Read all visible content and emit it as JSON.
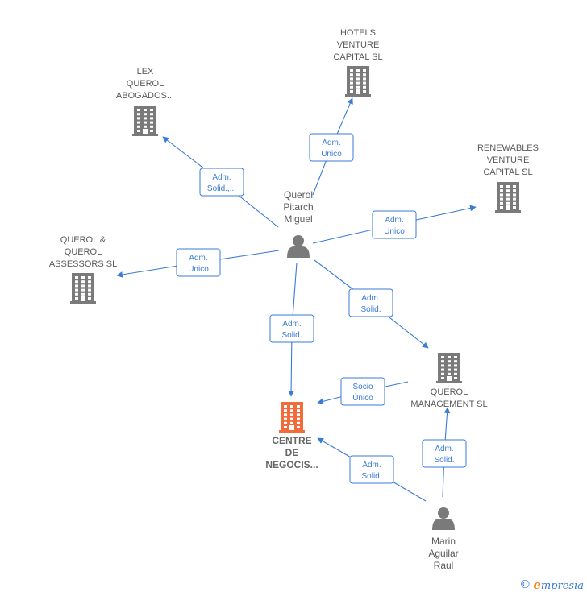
{
  "nodes": [
    {
      "id": "lex",
      "kind": "company",
      "label_lines": [
        "LEX",
        "QUEROL",
        "ABOGADOS..."
      ],
      "color": "#7a7a7a"
    },
    {
      "id": "hotels",
      "kind": "company",
      "label_lines": [
        "HOTELS",
        "VENTURE",
        "CAPITAL  SL"
      ],
      "color": "#7a7a7a"
    },
    {
      "id": "renewables",
      "kind": "company",
      "label_lines": [
        "RENEWABLES",
        "VENTURE",
        "CAPITAL  SL"
      ],
      "color": "#7a7a7a"
    },
    {
      "id": "assessors",
      "kind": "company",
      "label_lines": [
        "QUEROL &",
        "QUEROL",
        "ASSESSORS SL"
      ],
      "color": "#7a7a7a"
    },
    {
      "id": "querol",
      "kind": "person",
      "label_lines": [
        "Querol",
        "Pitarch",
        "Miguel"
      ],
      "color": "#7a7a7a"
    },
    {
      "id": "management",
      "kind": "company",
      "label_lines": [
        "QUEROL",
        "MANAGEMENT SL"
      ],
      "color": "#7a7a7a"
    },
    {
      "id": "centre",
      "kind": "company",
      "focus": true,
      "label_lines": [
        "CENTRE",
        "DE",
        "NEGOCIS..."
      ],
      "color": "#f26b3a"
    },
    {
      "id": "marin",
      "kind": "person",
      "label_lines": [
        "Marin",
        "Aguilar",
        "Raul"
      ],
      "color": "#7a7a7a"
    }
  ],
  "edges": [
    {
      "from": "querol",
      "to": "lex",
      "label_lines": [
        "Adm.",
        "Solid.,..."
      ]
    },
    {
      "from": "querol",
      "to": "hotels",
      "label_lines": [
        "Adm.",
        "Unico"
      ]
    },
    {
      "from": "querol",
      "to": "renewables",
      "label_lines": [
        "Adm.",
        "Unico"
      ]
    },
    {
      "from": "querol",
      "to": "assessors",
      "label_lines": [
        "Adm.",
        "Unico"
      ]
    },
    {
      "from": "querol",
      "to": "centre",
      "label_lines": [
        "Adm.",
        "Solid."
      ]
    },
    {
      "from": "querol",
      "to": "management",
      "label_lines": [
        "Adm.",
        "Solid."
      ]
    },
    {
      "from": "management",
      "to": "centre",
      "label_lines": [
        "Socio",
        "Único"
      ]
    },
    {
      "from": "marin",
      "to": "management",
      "label_lines": [
        "Adm.",
        "Solid."
      ]
    },
    {
      "from": "marin",
      "to": "centre",
      "label_lines": [
        "Adm.",
        "Solid."
      ]
    }
  ],
  "footer": {
    "copyright": "©",
    "brand_initial": "e",
    "brand_rest": "mpresia"
  },
  "colors": {
    "edge": "#3a7bd5",
    "node": "#7a7a7a",
    "focus": "#f26b3a"
  }
}
